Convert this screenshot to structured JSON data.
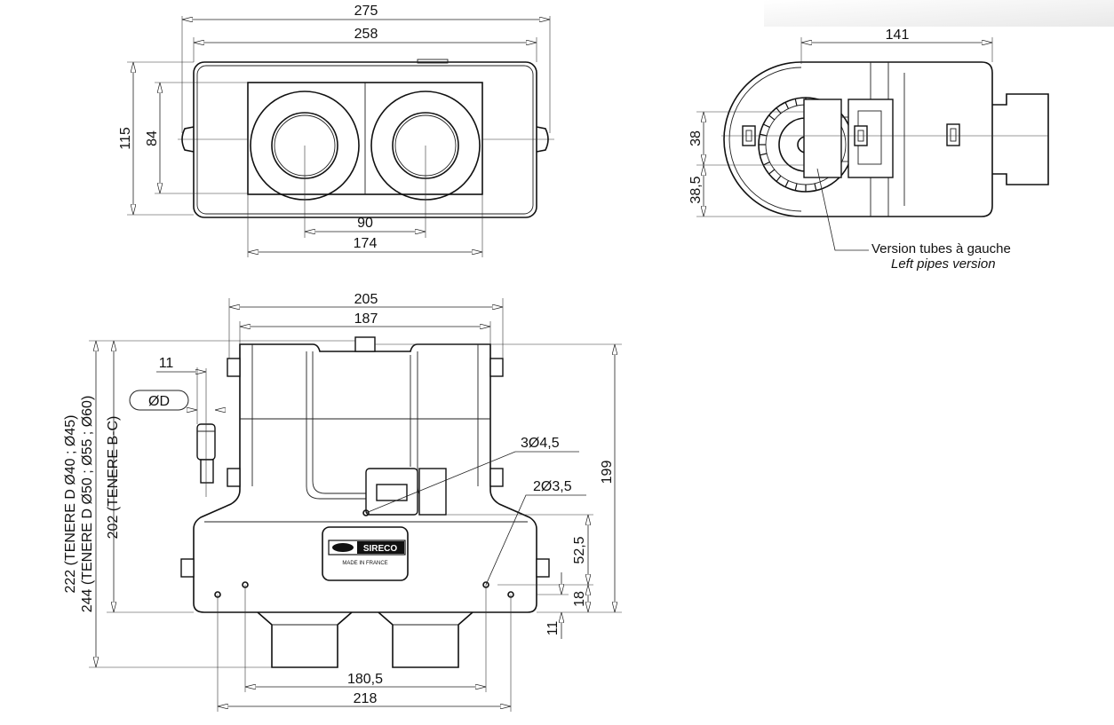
{
  "top_view": {
    "dim_overall_width": "275",
    "dim_body_width": "258",
    "dim_height_outer": "115",
    "dim_height_inner": "84",
    "dim_pipe_spacing": "90",
    "dim_pipe_span": "174"
  },
  "side_view": {
    "dim_width": "141",
    "dim_upper": "38",
    "dim_lower": "38,5",
    "callout_fr": "Version tubes à gauche",
    "callout_en": "Left pipes version"
  },
  "front_view": {
    "dim_top_outer": "205",
    "dim_top_inner": "187",
    "dim_pipe_offset": "11",
    "label_diameter": "ØD",
    "dim_hole_large": "3Ø4,5",
    "dim_hole_small": "2Ø3,5",
    "dim_height_right": "199",
    "dim_hole_pitch": "52,5",
    "dim_hole_low": "18",
    "dim_foot": "11",
    "dim_bottom_inner": "180,5",
    "dim_bottom_outer": "218",
    "vert_label_1": "222 (TENERE D Ø40 ; Ø45)",
    "vert_label_2": "244 (TENERE D Ø50 ; Ø55 ; Ø60)",
    "vert_label_3": "202 (TENERE B-C)",
    "plate_brand": "SIRECO",
    "plate_origin": "MADE IN FRANCE"
  }
}
